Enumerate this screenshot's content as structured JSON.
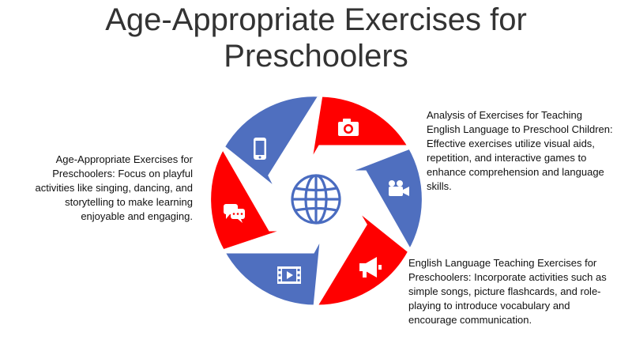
{
  "title": {
    "line1": "Age-Appropriate Exercises for",
    "line2": "Preschoolers"
  },
  "text_blocks": {
    "left": "Age-Appropriate Exercises for Preschoolers: Focus on playful activities like singing, dancing, and storytelling to make learning enjoyable and engaging.",
    "right_top": "Analysis of Exercises for Teaching English Language to Preschool Children: Effective exercises utilize visual aids, repetition, and interactive games to enhance comprehension and language skills.",
    "right_bottom": "English Language Teaching Exercises for Preschoolers: Incorporate activities such as simple songs, picture flashcards, and role-playing to introduce vocabulary and encourage communication."
  },
  "segments": [
    {
      "icon": "camera-icon",
      "color": "#ff0000"
    },
    {
      "icon": "video-camera-icon",
      "color": "#4f6fbf"
    },
    {
      "icon": "megaphone-icon",
      "color": "#ff0000"
    },
    {
      "icon": "film-play-icon",
      "color": "#4f6fbf"
    },
    {
      "icon": "chat-bubbles-icon",
      "color": "#ff0000"
    },
    {
      "icon": "smartphone-icon",
      "color": "#4f6fbf"
    }
  ],
  "center_icon": "globe-icon",
  "colors": {
    "red": "#ff0000",
    "blue": "#4f6fbf",
    "globe": "#4a6cc0"
  }
}
